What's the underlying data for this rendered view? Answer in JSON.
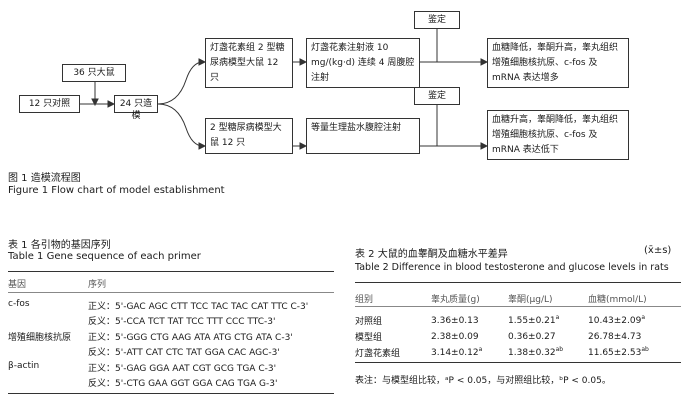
{
  "figure1": {
    "boxes": {
      "rats36": "36 只大鼠",
      "control12": "12 只对照",
      "model24": "24 只造模",
      "icariin_model": "灯盏花素组 2 型糖尿病模型大鼠 12 只",
      "saline_model": "2 型糖尿病模型大鼠 12 只",
      "icariin_treat": "灯盏花素注射液 10 mg/(kg·d) 连续 4 周腹腔注射",
      "saline_treat": "等量生理盐水腹腔注射",
      "identify_top": "鉴定",
      "identify_bottom": "鉴定",
      "result_top": "血糖降低，睾酮升高，睾丸组织增殖细胞核抗原、c-fos 及 mRNA 表达增多",
      "result_bottom": "血糖升高，睾酮降低，睾丸组织增殖细胞核抗原、c-fos 及 mRNA 表达低下"
    },
    "caption_cn": "图 1   造模流程图",
    "caption_en": "Figure 1    Flow chart of model establishment"
  },
  "table1": {
    "caption_cn": "表 1   各引物的基因序列",
    "caption_en": "Table 1    Gene sequence of each primer",
    "headers": [
      "基因",
      "序列"
    ],
    "rows": [
      {
        "gene": "c-fos",
        "fwd": "正义：5'-GAC AGC CTT TCC TAC TAC CAT TTC C-3'",
        "rev": "反义：5'-CCA TCT TAT TCC TTT CCC TTC-3'"
      },
      {
        "gene": "增殖细胞核抗原",
        "fwd": "正义：5'-GGG CTG AAG ATA ATG CTG ATA C-3'",
        "rev": "反义：5'-ATT CAT CTC TAT GGA CAC AGC-3'"
      },
      {
        "gene": "β-actin",
        "fwd": "正义：5'-GAG GGA AAT CGT GCG TGA C-3'",
        "rev": "反义：5'-CTG GAA GGT GGA CAG TGA G-3'"
      }
    ]
  },
  "table2": {
    "caption_cn": "表 2   大鼠的血睾酮及血糖水平差异",
    "caption_right": "(x̄±s)",
    "caption_en": "Table 2    Difference in blood testosterone and glucose levels in rats",
    "headers": [
      "组别",
      "睾丸质量(g)",
      "睾酮(μg/L)",
      "血糖(mmol/L)"
    ],
    "rows": [
      {
        "group": "对照组",
        "weight": "3.36±0.13",
        "weight_sup": "",
        "test": "1.55±0.21",
        "test_sup": "a",
        "glu": "10.43±2.09",
        "glu_sup": "a"
      },
      {
        "group": "模型组",
        "weight": "2.38±0.09",
        "weight_sup": "",
        "test": "0.36±0.27",
        "test_sup": "",
        "glu": "26.78±4.73",
        "glu_sup": ""
      },
      {
        "group": "灯盏花素组",
        "weight": "3.14±0.12",
        "weight_sup": "a",
        "test": "1.38±0.32",
        "test_sup": "ab",
        "glu": "11.65±2.53",
        "glu_sup": "ab"
      }
    ],
    "note": "表注：与模型组比较，ᵃP < 0.05，与对照组比较，ᵇP < 0.05。"
  }
}
